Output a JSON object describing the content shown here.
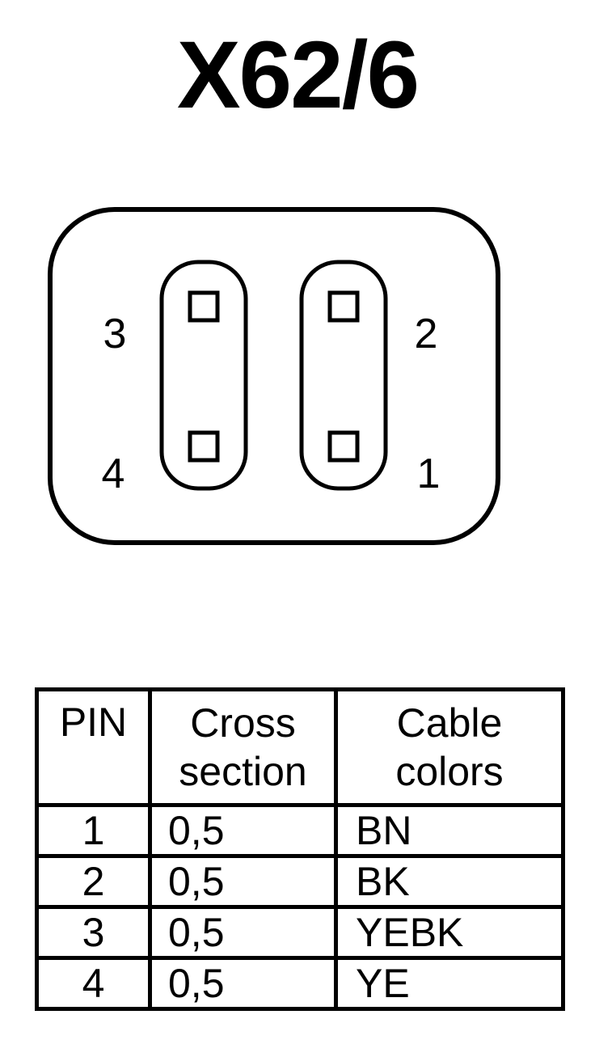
{
  "title": "X62/6",
  "connector": {
    "pins": [
      {
        "label": "3"
      },
      {
        "label": "2"
      },
      {
        "label": "4"
      },
      {
        "label": "1"
      }
    ]
  },
  "table": {
    "headers": {
      "pin": "PIN",
      "cross_line1": "Cross",
      "cross_line2": "section",
      "colors_line1": "Cable",
      "colors_line2": "colors"
    },
    "rows": [
      {
        "pin": "1",
        "cross": "0,5",
        "color": "BN"
      },
      {
        "pin": "2",
        "cross": "0,5",
        "color": "BK"
      },
      {
        "pin": "3",
        "cross": "0,5",
        "color": "YEBK"
      },
      {
        "pin": "4",
        "cross": "0,5",
        "color": "YE"
      }
    ]
  }
}
